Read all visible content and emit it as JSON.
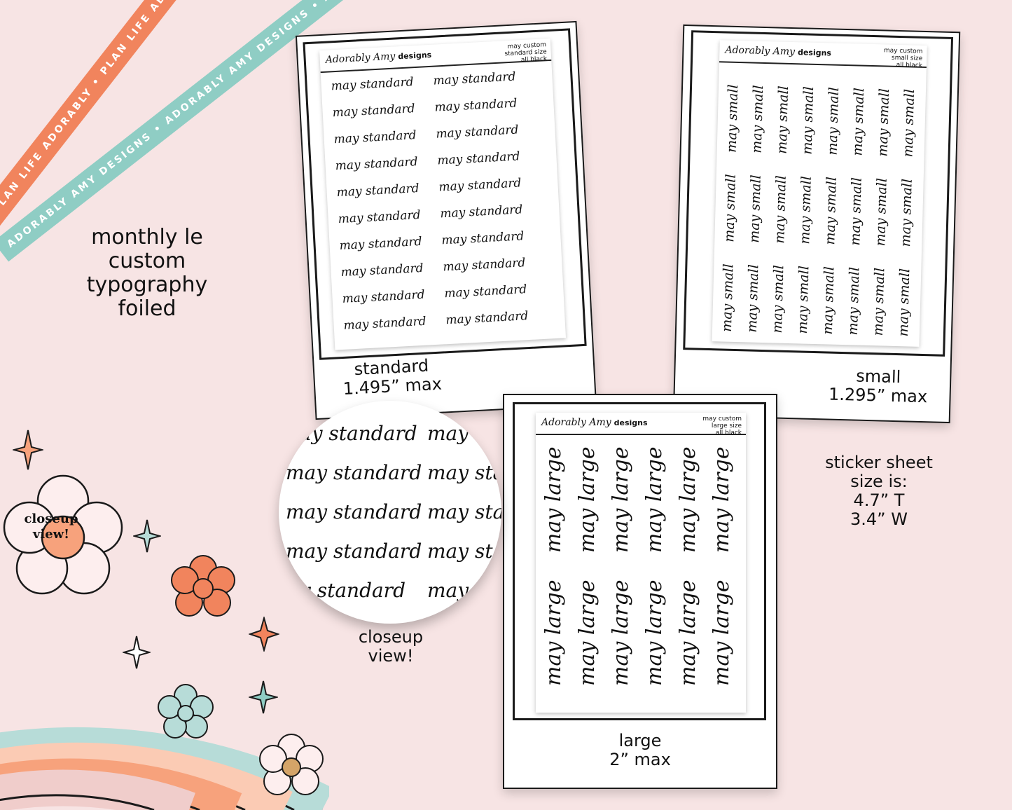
{
  "ribbons": {
    "orange_text": "PLAN LIFE ADORABLY • PLAN LIFE ADORABLY • PLAN LIFE ADORABLY •",
    "teal_text": "ADORABLY AMY DESIGNS • ADORABLY AMY DESIGNS • ADORABLY AMY DESIGNS •",
    "orange_color": "#f1845d",
    "teal_color": "#8fcdc4"
  },
  "headline": [
    "monthly le",
    "custom",
    "typography",
    "foiled"
  ],
  "brand": {
    "script": "Adorably Amy",
    "word": "designs"
  },
  "sheets": {
    "standard": {
      "info": [
        "may custom",
        "standard size",
        "all black"
      ],
      "word": "may standard",
      "caption": [
        "standard",
        "1.495” max"
      ]
    },
    "small": {
      "info": [
        "may custom",
        "small size",
        "all black"
      ],
      "word": "may small",
      "caption": [
        "small",
        "1.295” max"
      ]
    },
    "large": {
      "info": [
        "may custom",
        "large size",
        "all black"
      ],
      "word": "may large",
      "caption": [
        "large",
        "2” max"
      ]
    }
  },
  "closeup": {
    "words_left": [
      "ay standard",
      "may standard",
      "may standard",
      "may standard",
      "y standard"
    ],
    "words_right": [
      "may s",
      "may sta",
      "may star",
      "may sta",
      "may"
    ],
    "caption": [
      "closeup",
      "view!"
    ],
    "badge": [
      "closeup",
      "view!"
    ]
  },
  "sheet_size": [
    "sticker sheet",
    "size is:",
    "4.7” T",
    "3.4” W"
  ],
  "icons": {
    "decor": [
      "sparkle-icon",
      "flower-icon",
      "smiley-icon"
    ]
  },
  "colors": {
    "background": "#f7e4e4",
    "rainbow_teal": "#b7dcd8",
    "rainbow_peach": "#fbcbb4",
    "rainbow_orange": "#f7a27c",
    "rainbow_pink": "#f0cdcb",
    "flower_orange": "#f1845d"
  }
}
